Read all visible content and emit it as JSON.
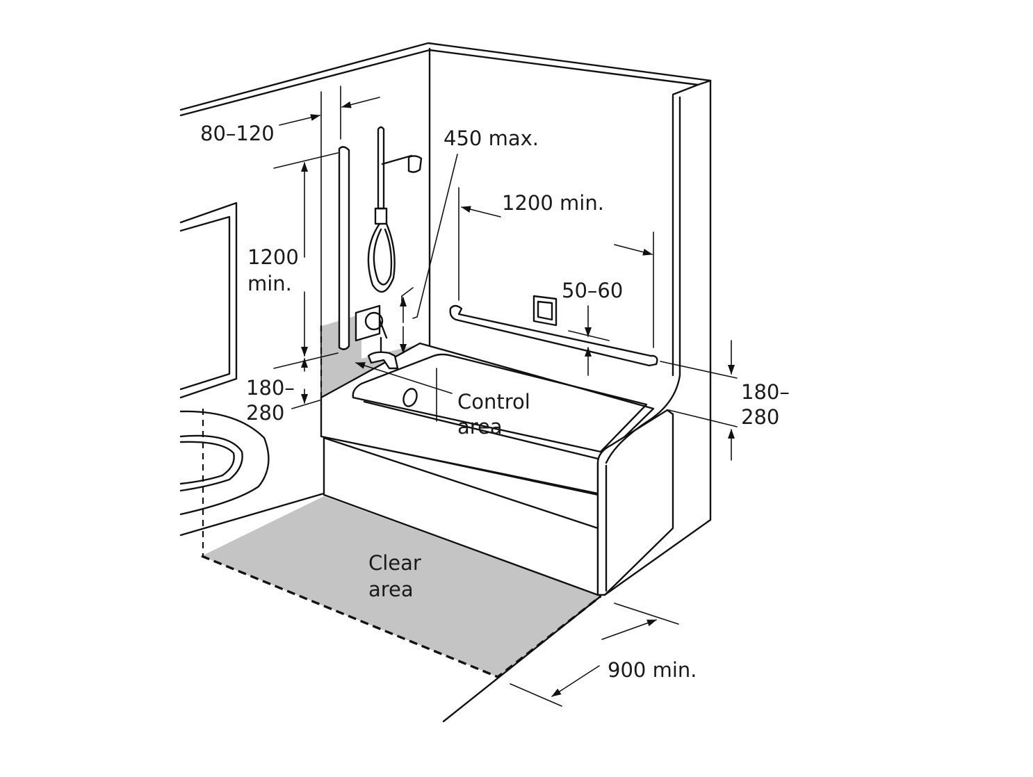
{
  "labels": {
    "grab_bar_offset": "80–120",
    "shower_height_max": "450 max.",
    "back_bar_length": "1200 min.",
    "vertical_bar_length_line1": "1200",
    "vertical_bar_length_line2": "min.",
    "bar_clearance": "50–60",
    "left_height_line1": "180–",
    "left_height_line2": "280",
    "right_height_line1": "180–",
    "right_height_line2": "280",
    "control_area_line1": "Control",
    "control_area_line2": "area",
    "clear_area_line1": "Clear",
    "clear_area_line2": "area",
    "clear_depth": "900 min."
  }
}
